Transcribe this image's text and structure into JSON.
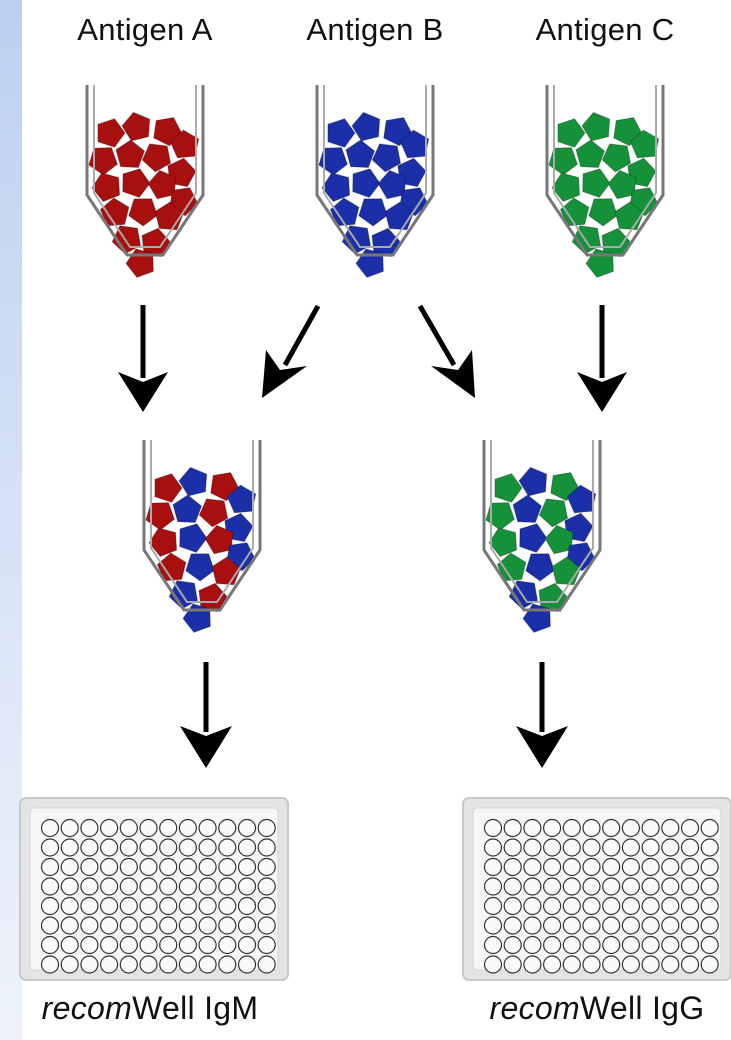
{
  "labels": {
    "antigen_a": "Antigen A",
    "antigen_b": "Antigen B",
    "antigen_c": "Antigen C"
  },
  "products": {
    "left": {
      "prefix": "recom",
      "name": "Well IgM"
    },
    "right": {
      "prefix": "recom",
      "name": "Well IgG"
    }
  },
  "colors": {
    "antigen_a": "#a80f0f",
    "antigen_b": "#1b2fa8",
    "antigen_c": "#15913a",
    "arrow": "#000000",
    "tube": "#777777",
    "plate_frame": "#e2e2e2"
  },
  "icons": {
    "tube": "conical-tube-icon",
    "arrow": "down-arrow-icon",
    "plate": "microtiter-plate-icon"
  }
}
